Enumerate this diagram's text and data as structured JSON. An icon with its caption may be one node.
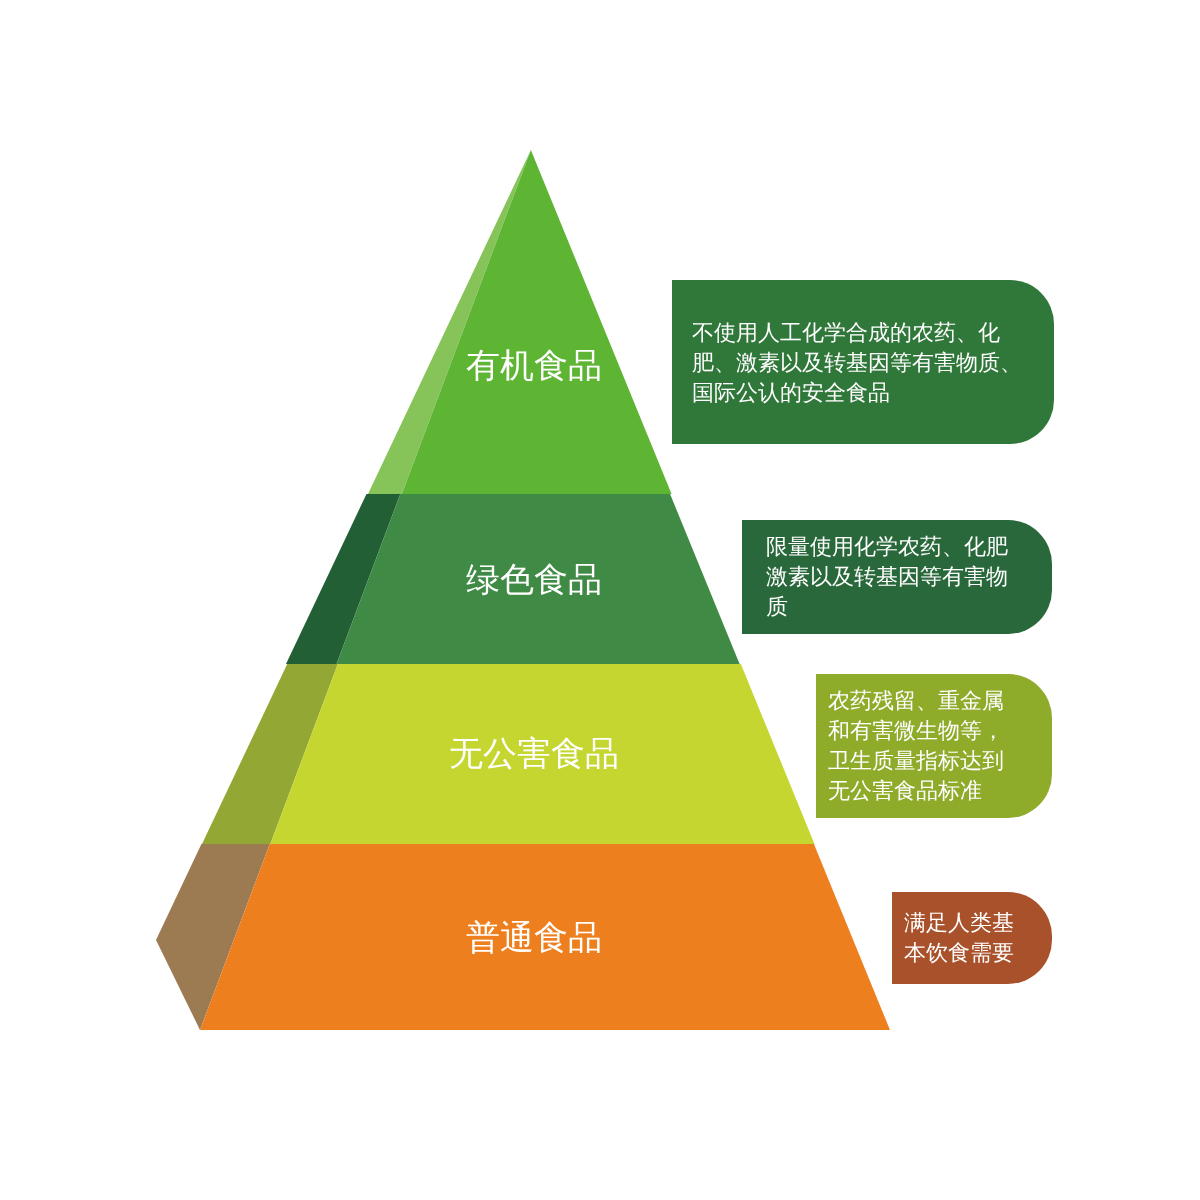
{
  "diagram": {
    "nodes": [
      {
        "text": [
          "有机食品"
        ]
      },
      {
        "text": [
          "不使用人工化学合成的农药、化肥、激素以及转基因等有害物质、国际公认的安全食品"
        ]
      },
      {
        "text": [
          "绿色食品"
        ]
      },
      {
        "text": [
          "限量使用化学农药、化肥激素以及转基因等有害物质"
        ]
      },
      {
        "text": [
          "无公害食品"
        ]
      },
      {
        "text": [
          "农药残留、重金属和有害微生物等，卫生质量指标达到无公害食品标准"
        ]
      },
      {
        "text": [
          "普通食品"
        ]
      },
      {
        "text": [
          "满足人类基本饮食需要"
        ]
      }
    ]
  }
}
